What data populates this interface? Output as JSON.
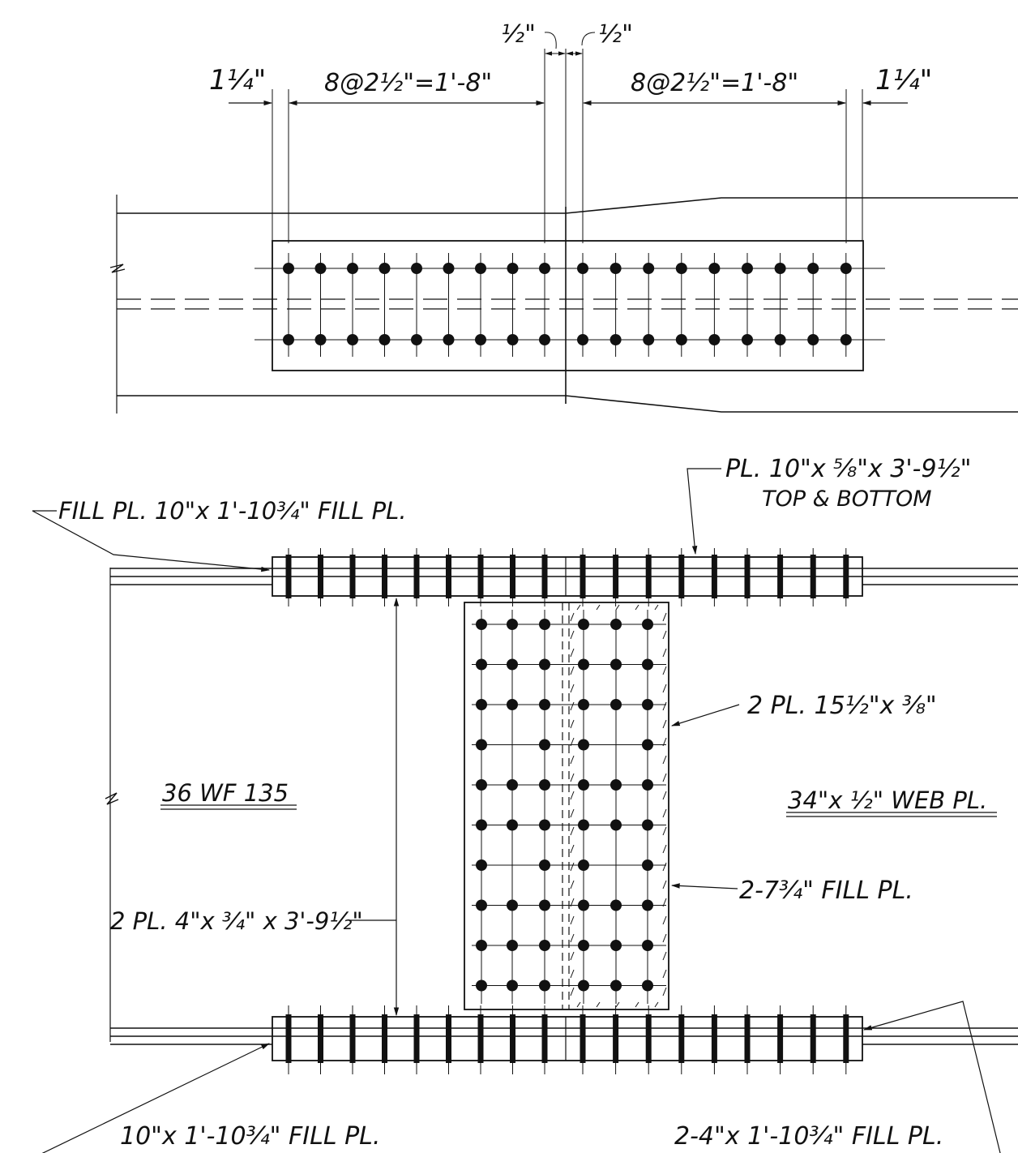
{
  "plan_view": {
    "dimensions": {
      "edge_left": "1¼\"",
      "spacing_left": "8@2½\"=1'-8\"",
      "gap_left": "½\"",
      "gap_right": "½\"",
      "spacing_right": "8@2½\"=1'-8\"",
      "edge_right": "1¼\""
    },
    "bolt_rows": 2,
    "bolts_per_row": 18
  },
  "elevation_view": {
    "labels": {
      "flange_plate_line1": "PL. 10\"x ⅝\"x 3'-9½\"",
      "flange_plate_line2": "TOP & BOTTOM",
      "fill_plate_top": "FILL PL. 10\"x 1'-10¾\" FILL PL.",
      "web_splice_plate": "2 PL. 15½\"x ⅜\"",
      "left_member": "36 WF 135",
      "right_member": "34\"x ½\" WEB PL.",
      "web_fill_plate": "2-7¾\" FILL PL.",
      "side_plates": "2 PL. 4\"x ¾\" x 3'-9½\"",
      "fill_plate_bottom_left": "10\"x 1'-10¾\" FILL PL.",
      "fill_plate_bottom_right": "2-4\"x 1'-10¾\" FILL PL."
    },
    "web_bolt_rows": 10,
    "web_bolt_cols": 6
  },
  "colors": {
    "ink": "#111111",
    "paper": "#ffffff"
  }
}
